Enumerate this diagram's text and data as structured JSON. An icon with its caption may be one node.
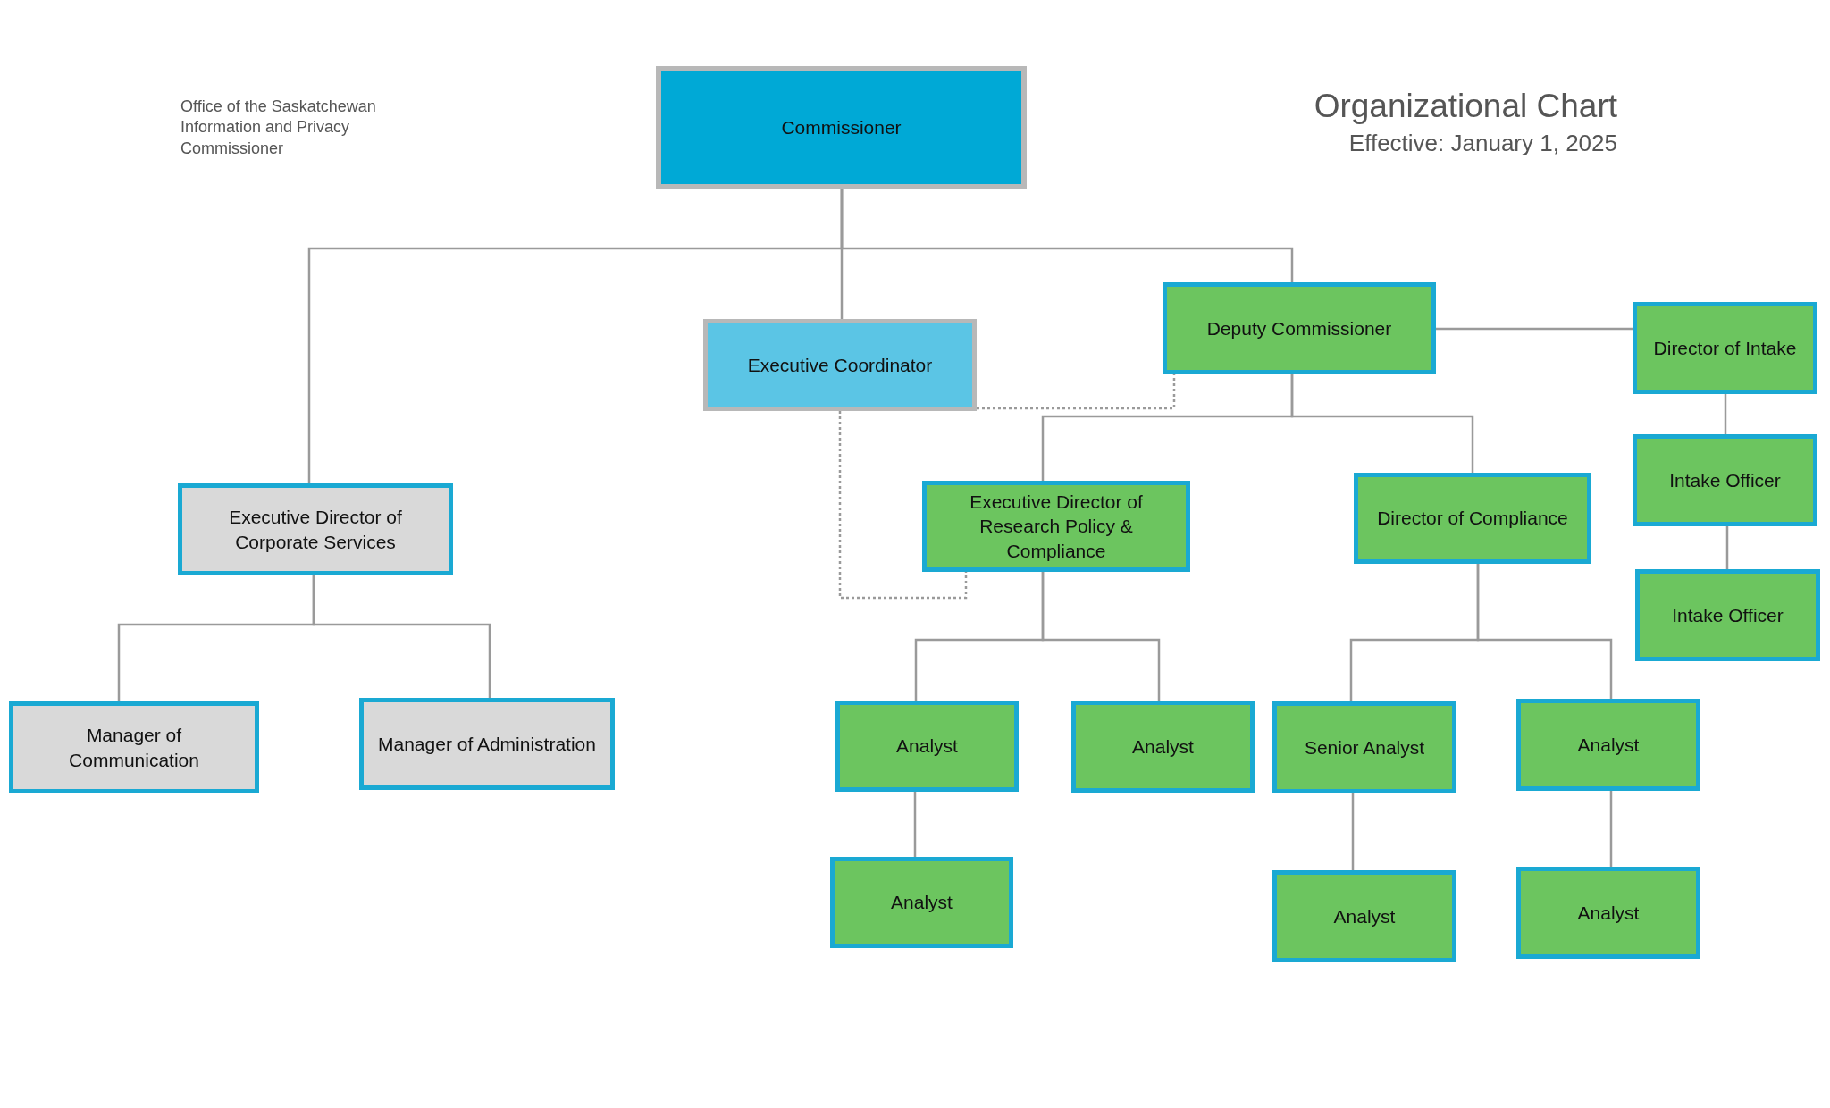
{
  "diagram": {
    "title": "Organizational Chart",
    "nodes": [
      {
        "text": [
          "Commissioner"
        ]
      },
      {
        "text": [
          "Deputy Commissioner"
        ]
      },
      {
        "text": [
          "Executive Coordinator"
        ]
      },
      {
        "text": [
          "Director of Intake"
        ]
      },
      {
        "text": [
          "Intake Officer"
        ]
      },
      {
        "text": [
          "Executive Director of Corporate Services"
        ]
      },
      {
        "text": [
          "Executive Director of Research Policy & Compliance"
        ]
      },
      {
        "text": [
          "Director of Compliance"
        ]
      },
      {
        "text": [
          "Intake Officer"
        ]
      },
      {
        "text": [
          "Manager of Communication"
        ]
      },
      {
        "text": [
          "Manager of Administration"
        ]
      },
      {
        "text": [
          "Analyst"
        ]
      },
      {
        "text": [
          "Analyst"
        ]
      },
      {
        "text": [
          "Senior Analyst"
        ]
      },
      {
        "text": [
          "Analyst"
        ]
      },
      {
        "text": [
          "Analyst"
        ]
      },
      {
        "text": [
          "Analyst"
        ]
      },
      {
        "text": [
          "Analyst"
        ]
      }
    ],
    "edges": [
      {
        "from": 0,
        "to": 5,
        "arrow": "none"
      },
      {
        "from": 0,
        "to": 2,
        "arrow": "none"
      },
      {
        "from": 0,
        "to": 1,
        "arrow": "none"
      },
      {
        "from": 1,
        "to": 3,
        "arrow": "none"
      },
      {
        "from": 3,
        "to": 4,
        "arrow": "none"
      },
      {
        "from": 4,
        "to": 8,
        "arrow": "none"
      },
      {
        "from": 1,
        "to": 6,
        "arrow": "none"
      },
      {
        "from": 1,
        "to": 7,
        "arrow": "none"
      },
      {
        "from": 2,
        "to": 1,
        "arrow": "none",
        "style": "dashed"
      },
      {
        "from": 2,
        "to": 6,
        "arrow": "none",
        "style": "dashed"
      },
      {
        "from": 5,
        "to": 9,
        "arrow": "none"
      },
      {
        "from": 5,
        "to": 10,
        "arrow": "none"
      },
      {
        "from": 6,
        "to": 11,
        "arrow": "none"
      },
      {
        "from": 6,
        "to": 12,
        "arrow": "none"
      },
      {
        "from": 11,
        "to": 15,
        "arrow": "none"
      },
      {
        "from": 7,
        "to": 13,
        "arrow": "none"
      },
      {
        "from": 7,
        "to": 14,
        "arrow": "none"
      },
      {
        "from": 13,
        "to": 16,
        "arrow": "none"
      },
      {
        "from": 14,
        "to": 17,
        "arrow": "none"
      }
    ],
    "labels": [
      "Office of the Saskatchewan Information and Privacy Commissioner",
      "Effective: January 1, 2025"
    ]
  }
}
